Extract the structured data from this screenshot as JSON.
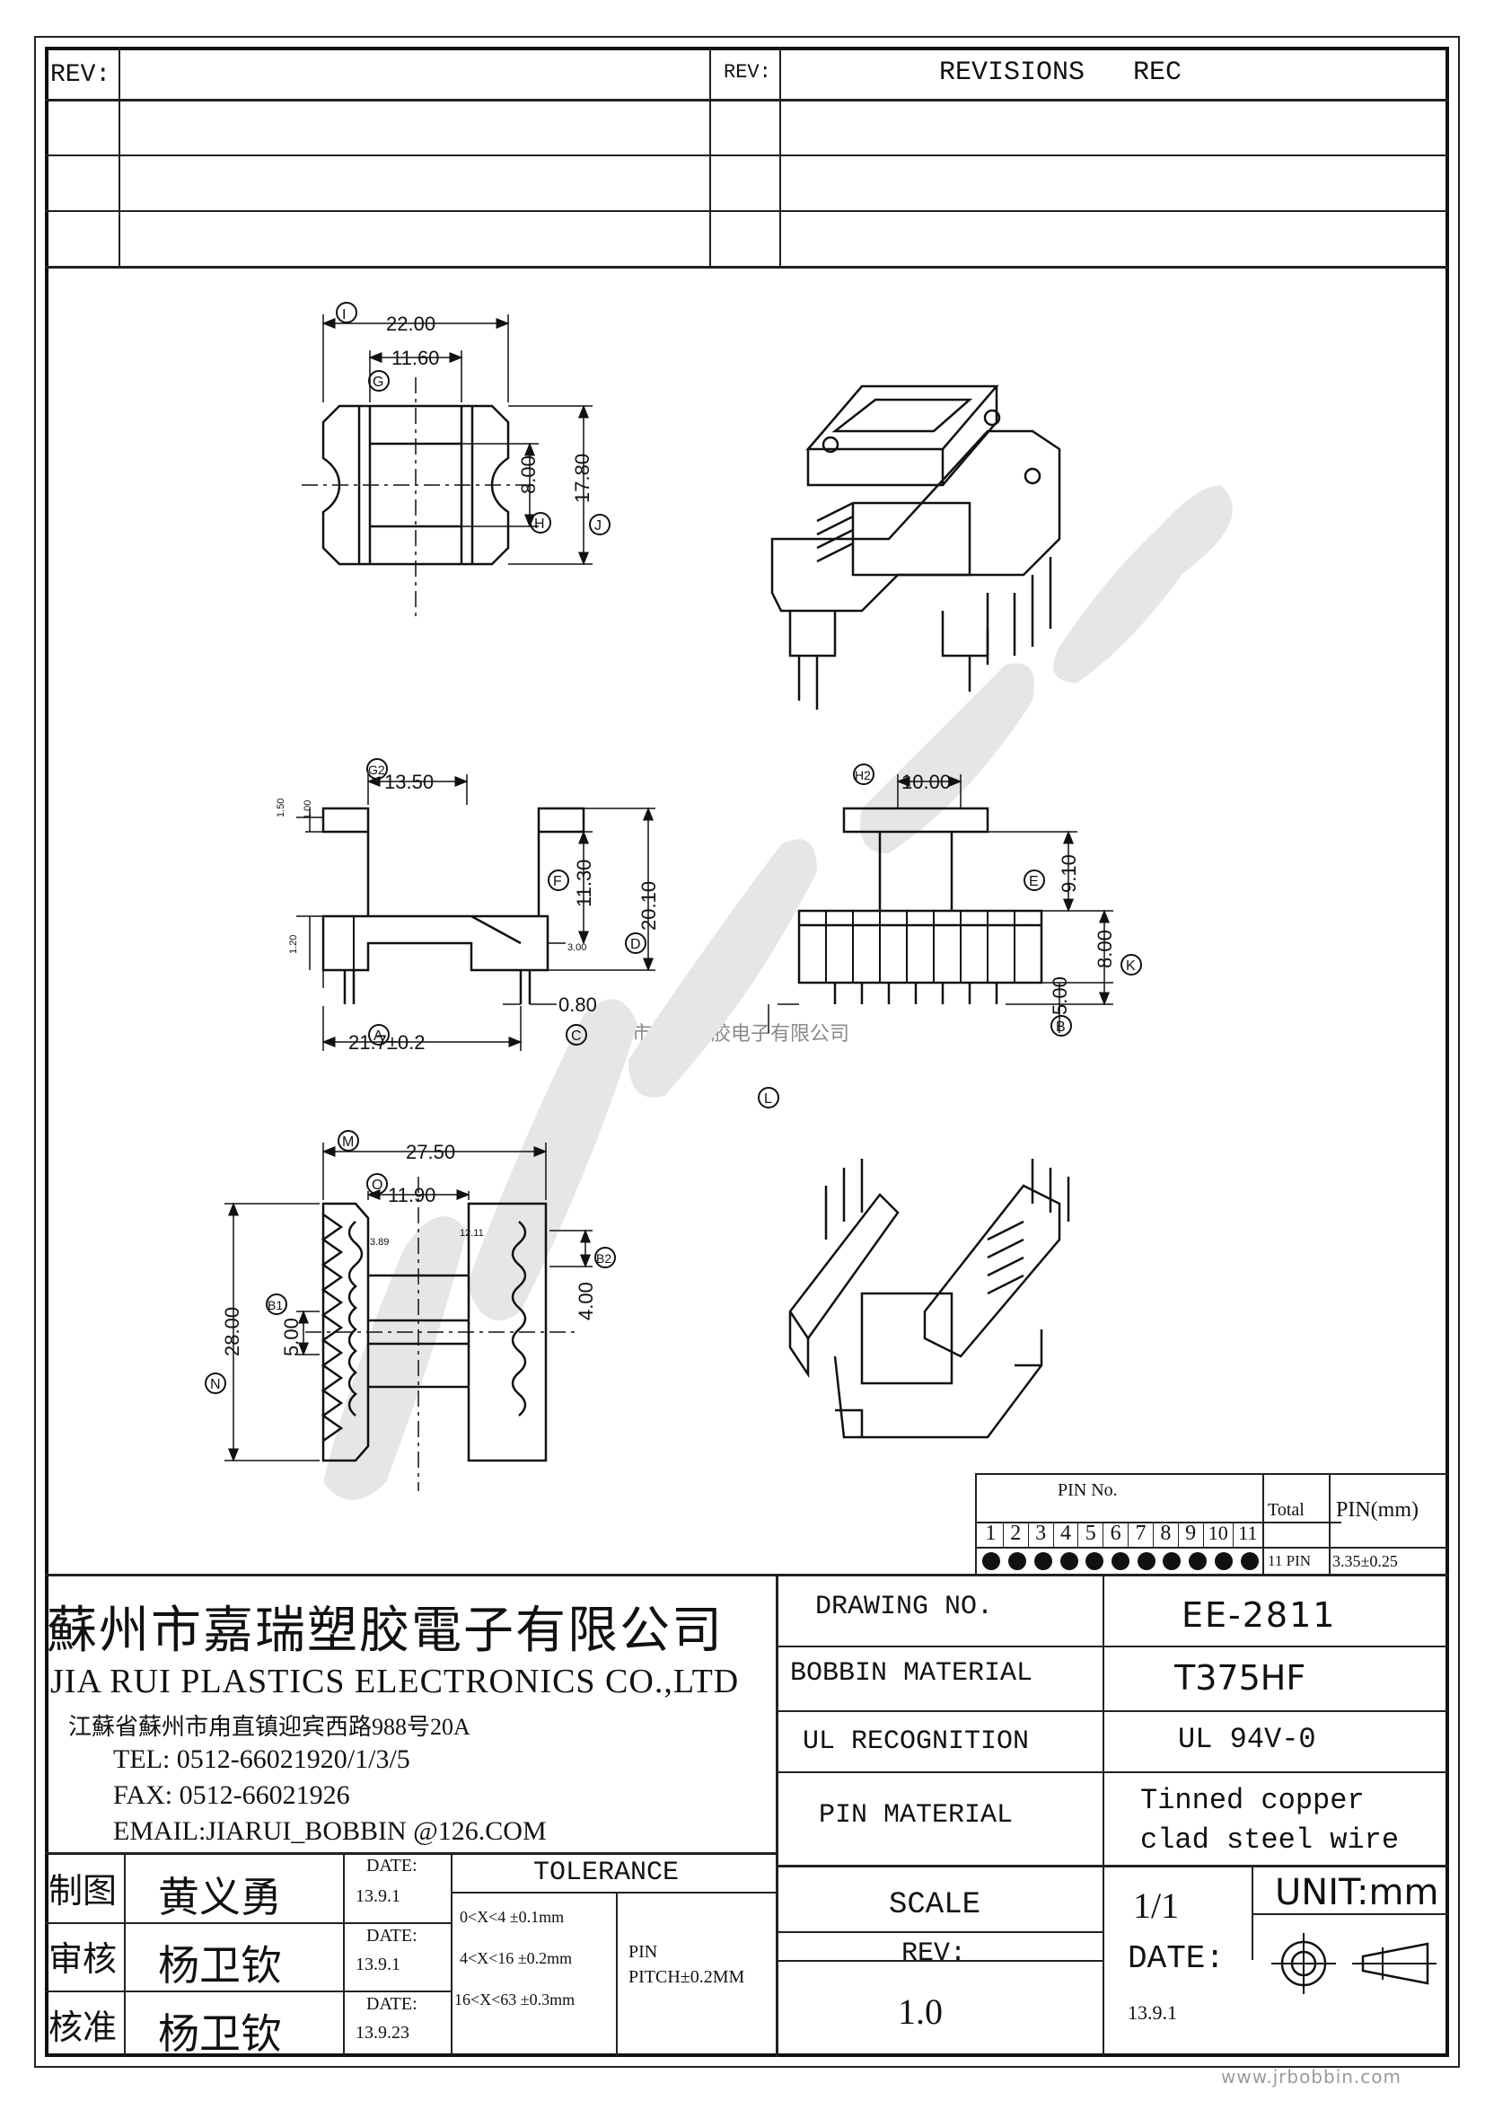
{
  "revision_table": {
    "rev_label_left": "REV:",
    "rev_label_right": "REV:",
    "revisions_label": "REVISIONS",
    "rec_label": "REC"
  },
  "dims": {
    "top": {
      "width_total": "22.00",
      "width_inner": "11.60",
      "height_inner": "8.00",
      "height_total": "17.80",
      "ref_i": "I",
      "ref_g": "G",
      "ref_h": "H",
      "ref_j": "J"
    },
    "side": {
      "top_width": "13.50",
      "flange_small_1": "1.50",
      "flange_small_2": "1.00",
      "pin_offset": "1.20",
      "height_upper": "11.30",
      "height_total": "20.10",
      "pin_step": "3.00",
      "pin_dia": "0.80",
      "base_width": "21.7±0.2",
      "ref_g2": "G2",
      "ref_f": "F",
      "ref_d": "D",
      "ref_a": "A",
      "ref_c": "C"
    },
    "front": {
      "top_width": "10.00",
      "height_upper": "9.10",
      "height_base": "8.00",
      "pin_len": "5.00",
      "ref_h2": "H2",
      "ref_e": "E",
      "ref_k": "K",
      "ref_b": "B",
      "ref_l": "L"
    },
    "bottom": {
      "width_total": "27.50",
      "width_inner": "11.90",
      "small_left": "3.89",
      "small_right": "12.11",
      "height_total": "28.00",
      "pitch": "5.00",
      "height_right": "4.00",
      "ref_m": "M",
      "ref_o": "O",
      "ref_b1": "B1",
      "ref_b2": "B2",
      "ref_n": "N"
    }
  },
  "watermark_text": "苏州市嘉瑞塑胶电子有限公司",
  "pin_table": {
    "title": "PIN No.",
    "numbers": [
      "1",
      "2",
      "3",
      "4",
      "5",
      "6",
      "7",
      "8",
      "9",
      "10",
      "11"
    ],
    "total_label": "Total",
    "total_value": "11 PIN",
    "pin_label": "PIN(mm)",
    "pin_value": "3.35±0.25"
  },
  "company": {
    "name_cn": "蘇州市嘉瑞塑胶電子有限公司",
    "name_en": "JIA RUI PLASTICS ELECTRONICS CO.,LTD",
    "address": "江蘇省蘇州市甪直镇迎宾西路988号20A",
    "tel": "TEL:  0512-66021920/1/3/5",
    "fax": "FAX:  0512-66021926",
    "email": "EMAIL:JIARUI_BOBBIN @126.COM"
  },
  "specs": {
    "drawing_no_label": "DRAWING   NO.",
    "drawing_no": "EE-2811",
    "bobbin_material_label": "BOBBIN   MATERIAL",
    "bobbin_material": "T375HF",
    "ul_label": "UL RECOGNITION",
    "ul_value": "UL 94V-0",
    "pin_material_label": "PIN MATERIAL",
    "pin_material_1": "Tinned copper",
    "pin_material_2": "clad steel wire"
  },
  "approvals": [
    {
      "role": "制图",
      "name": "黄义勇",
      "date_label": "DATE:",
      "date": "13.9.1"
    },
    {
      "role": "审核",
      "name": "杨卫钦",
      "date_label": "DATE:",
      "date": "13.9.1"
    },
    {
      "role": "核准",
      "name": "杨卫钦",
      "date_label": "DATE:",
      "date": "13.9.23"
    }
  ],
  "tolerance": {
    "title": "TOLERANCE",
    "rows": [
      "0<X<4  ±0.1mm",
      "4<X<16 ±0.2mm",
      "16<X<63 ±0.3mm"
    ],
    "pin_label": "PIN",
    "pin_pitch": "PITCH±0.2MM"
  },
  "scale": {
    "label": "SCALE",
    "value": "1/1"
  },
  "unit": "UNIT:mm",
  "rev": {
    "label": "REV:",
    "value": "1.0"
  },
  "date_box": {
    "label": "DATE:",
    "value": "13.9.1"
  },
  "footer_url": "www.jrbobbin.com"
}
